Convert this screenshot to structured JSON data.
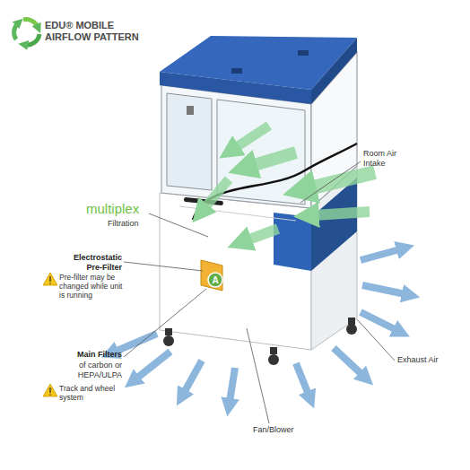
{
  "diagram": {
    "title": "EDU® MOBILE AIRFLOW PATTERN",
    "nodes": [
      {
        "text": [
          "A"
        ]
      }
    ],
    "labels": [
      "multiplex",
      "Filtration",
      "Room Air Intake",
      "Electrostatic Pre-Filter",
      "Pre-filter may be changed while unit is running",
      "Main Filters",
      "of carbon or HEPA/ULPA",
      "Track and wheel system",
      "Exhaust Air",
      "Fan/Blower"
    ]
  }
}
